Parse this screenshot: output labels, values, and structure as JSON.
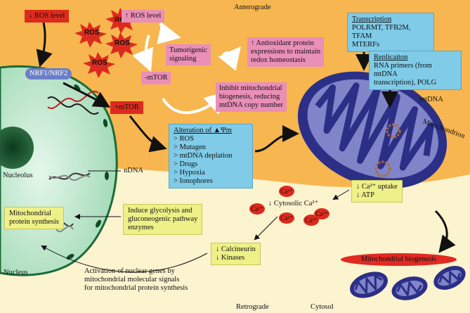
{
  "labels": {
    "anterograde": "Anterograde",
    "retrograde": "Retrograde",
    "cytosol": "Cytosol",
    "nucleus": "Nucleus",
    "nucleolus": "Nucleolus",
    "ndna": "nDNA",
    "mtdna": "mtDNA",
    "mitochondrion": "Mitochondrion",
    "activation": [
      "Activation of nuclear genes by",
      "mitochondrial molecular signals",
      "for mitochondrial protein synthesis"
    ]
  },
  "boxes": {
    "ros_down": "↓ ROS level",
    "ros_up": "↑ ROS level",
    "nrf": "NRF1/NRF2",
    "tumorigenic": [
      "Tumorigenic",
      "signaling"
    ],
    "minus_mtor": "-mTOR",
    "plus_mtor": "+mTOR",
    "antioxidant": [
      "↑ Antioxidant protein",
      "expressions to maintain",
      "redox homeostasis"
    ],
    "inhibit": [
      "Inhibit mitochondrial",
      "biogenesis, reducing",
      "mtDNA copy number"
    ],
    "transcription_title": "Transcription",
    "transcription_body": [
      "POLRMT, TFB2M, TFAM",
      "MTERFs"
    ],
    "replication_title": "Replicaiton",
    "replication_body": [
      "RNA primers (from mtDNA",
      "transcription), POLG"
    ],
    "alteration_title": "Alteration of ▲Ψm",
    "alteration_items": [
      "> ROS",
      "> Mutagen",
      "> mtDNA deplation",
      "> Drugs",
      "> Hypoxia",
      "> Ionophores"
    ],
    "ca_uptake": "↓ Ca²⁺ uptake",
    "atp": "↓ ATP",
    "cytosolic": "↓ Cytosolic Ca²⁺",
    "ca_ion": "Ca²⁺",
    "mito_protein": [
      "Mitochondrial",
      "protein synthesis"
    ],
    "glycolysis": [
      "Induce glycolysis and",
      "gluconeogenic pathway",
      "enzymes"
    ],
    "calcineurin": "↓ Calcineurin",
    "kinases": "↓ Kinases",
    "biogenesis": "Mitochondrial biogenesis",
    "ros": "ROS"
  },
  "colors": {
    "top_bg": "#f7b64f",
    "bottom_bg": "#fcf3cf",
    "nucleus": "#b8e6c8",
    "mito_outer": "#2c2f86",
    "mito_inner": "#7f84c8",
    "pink": "#ea8fb7",
    "red": "#dd2a1e",
    "blue": "#7fcbe8",
    "yellow": "#eef088"
  }
}
